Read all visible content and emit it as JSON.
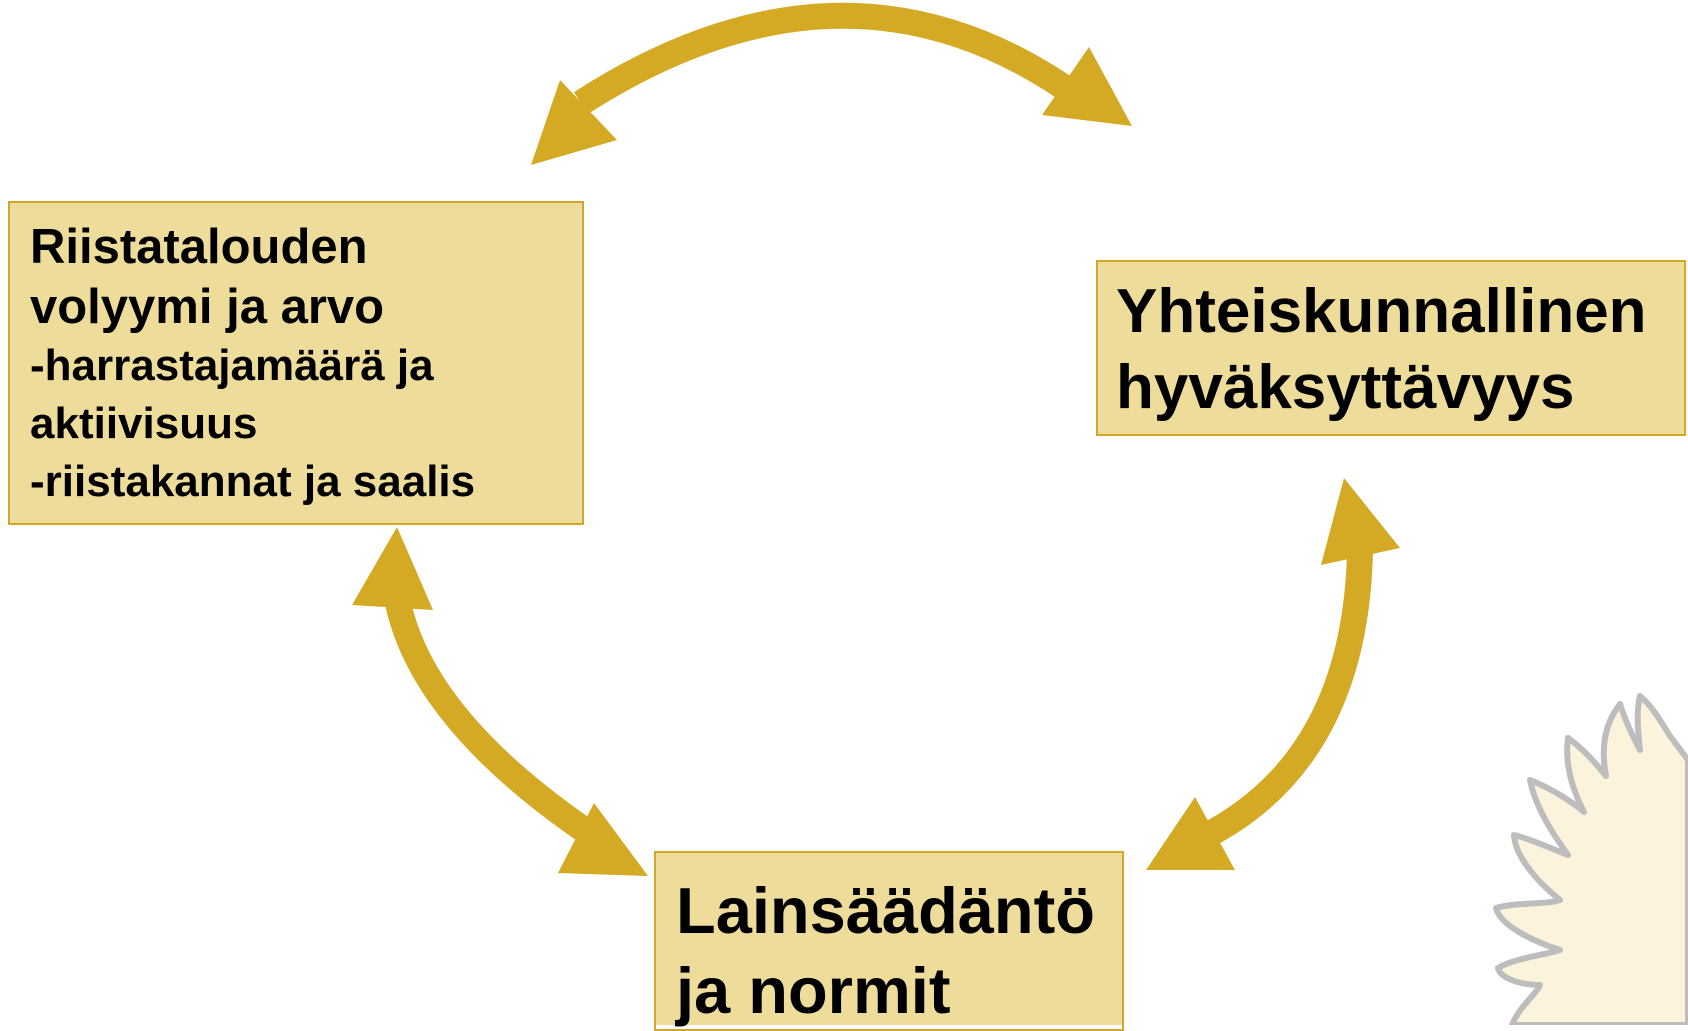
{
  "colors": {
    "arrow": "#d4a924",
    "box_fill": "#eedc9a",
    "box_border": "#d4a72c",
    "text": "#000000",
    "decor_outline": "#bdbdbd",
    "decor_fill": "#fbf3dc"
  },
  "nodes": {
    "left": {
      "title_lines": [
        "Riistatalouden",
        "volyymi ja arvo"
      ],
      "detail_lines": [
        "-harrastajamäärä ja",
        "aktiivisuus",
        "-riistakannat ja saalis"
      ]
    },
    "right": {
      "title_lines": [
        "Yhteiskunnallinen",
        "hyväksyttävyys"
      ]
    },
    "bottom": {
      "title_lines": [
        "Lainsäädäntö",
        "ja normit"
      ]
    }
  },
  "connections": [
    {
      "from": "left",
      "to": "right",
      "direction": "bidirectional"
    },
    {
      "from": "right",
      "to": "bottom",
      "direction": "bidirectional"
    },
    {
      "from": "bottom",
      "to": "left",
      "direction": "bidirectional"
    }
  ],
  "decorations": {
    "corner_watermark_icon": "stylized-leaf-outline"
  }
}
